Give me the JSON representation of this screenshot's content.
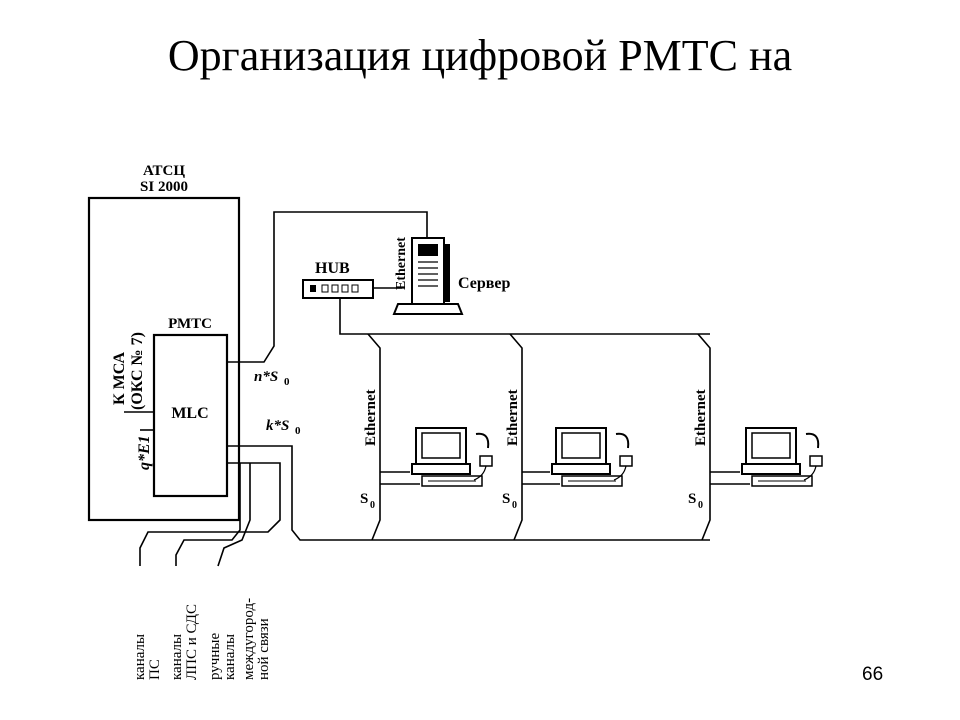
{
  "title": "Организация цифровой РМТС на",
  "page_number": "66",
  "labels": {
    "atsc_line1": "АТСЦ",
    "atsc_line2": "SI 2000",
    "rmts": "РМТС",
    "k_mca_line1": "К МСА",
    "k_mca_line2": "(ОКС № 7)",
    "mlc": "MLC",
    "q_e1": "q*E1",
    "n_s0": "n*S",
    "k_s0": "k*S",
    "s0_sub": "0",
    "hub": "HUB",
    "server": "Сервер",
    "ethernet": "Ethernet",
    "s0_letter": "S",
    "channels_ps_line1": "каналы",
    "channels_ps_line2": "ПС",
    "channels_lps_line1": "каналы",
    "channels_lps_line2": "ЛПС и СДС",
    "channels_manual_line1": "ручные",
    "channels_manual_line2": "каналы",
    "channels_manual_line3": "междугород-",
    "channels_manual_line4": "ной связи"
  }
}
